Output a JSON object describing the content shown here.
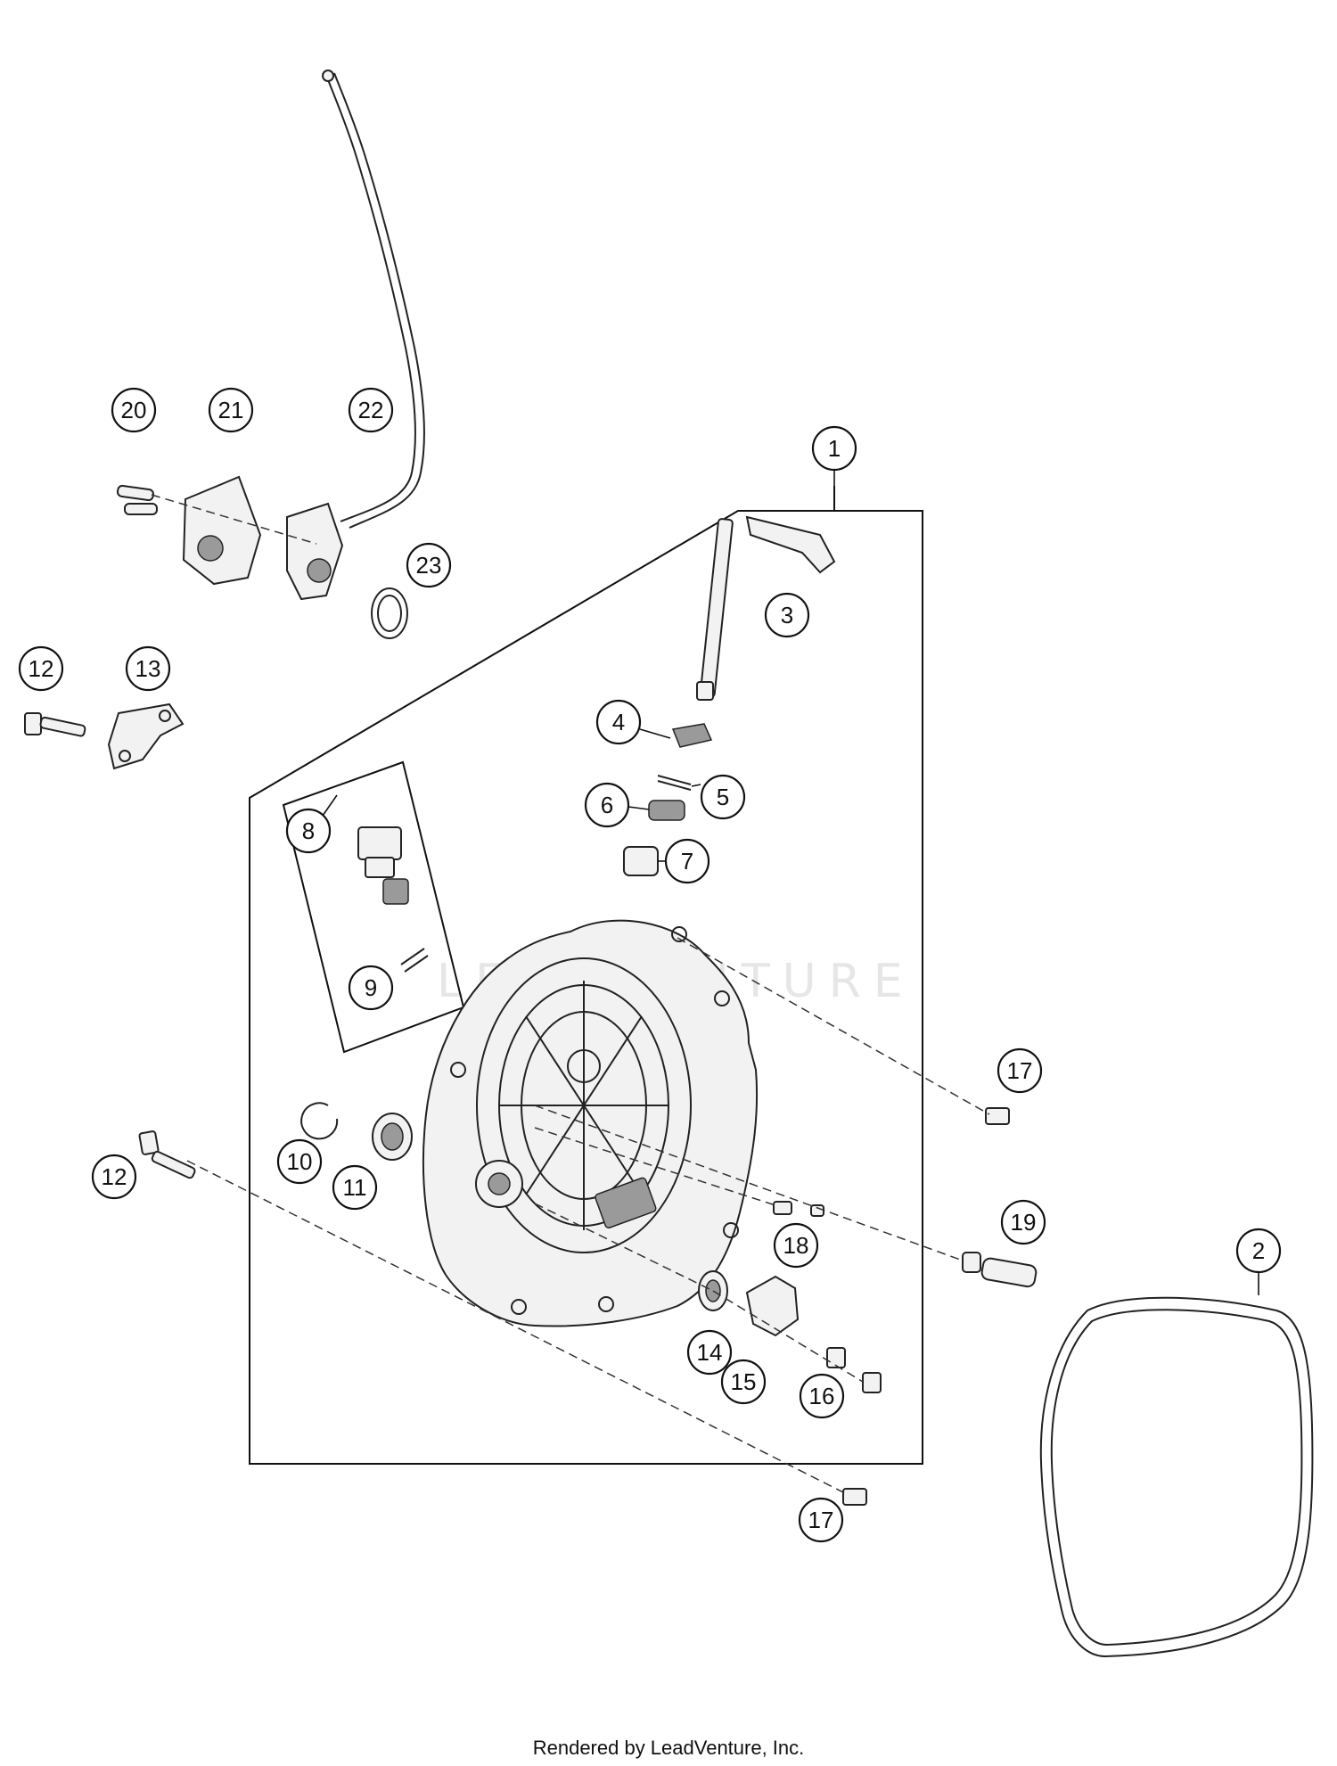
{
  "diagram": {
    "callouts": [
      "1",
      "2",
      "3",
      "4",
      "5",
      "6",
      "7",
      "8",
      "9",
      "10",
      "11",
      "12",
      "12",
      "13",
      "14",
      "15",
      "16",
      "17",
      "17",
      "18",
      "19",
      "20",
      "21",
      "22",
      "23"
    ],
    "watermark": "LEADVENTURE",
    "footer": "Rendered by LeadVenture, Inc."
  }
}
